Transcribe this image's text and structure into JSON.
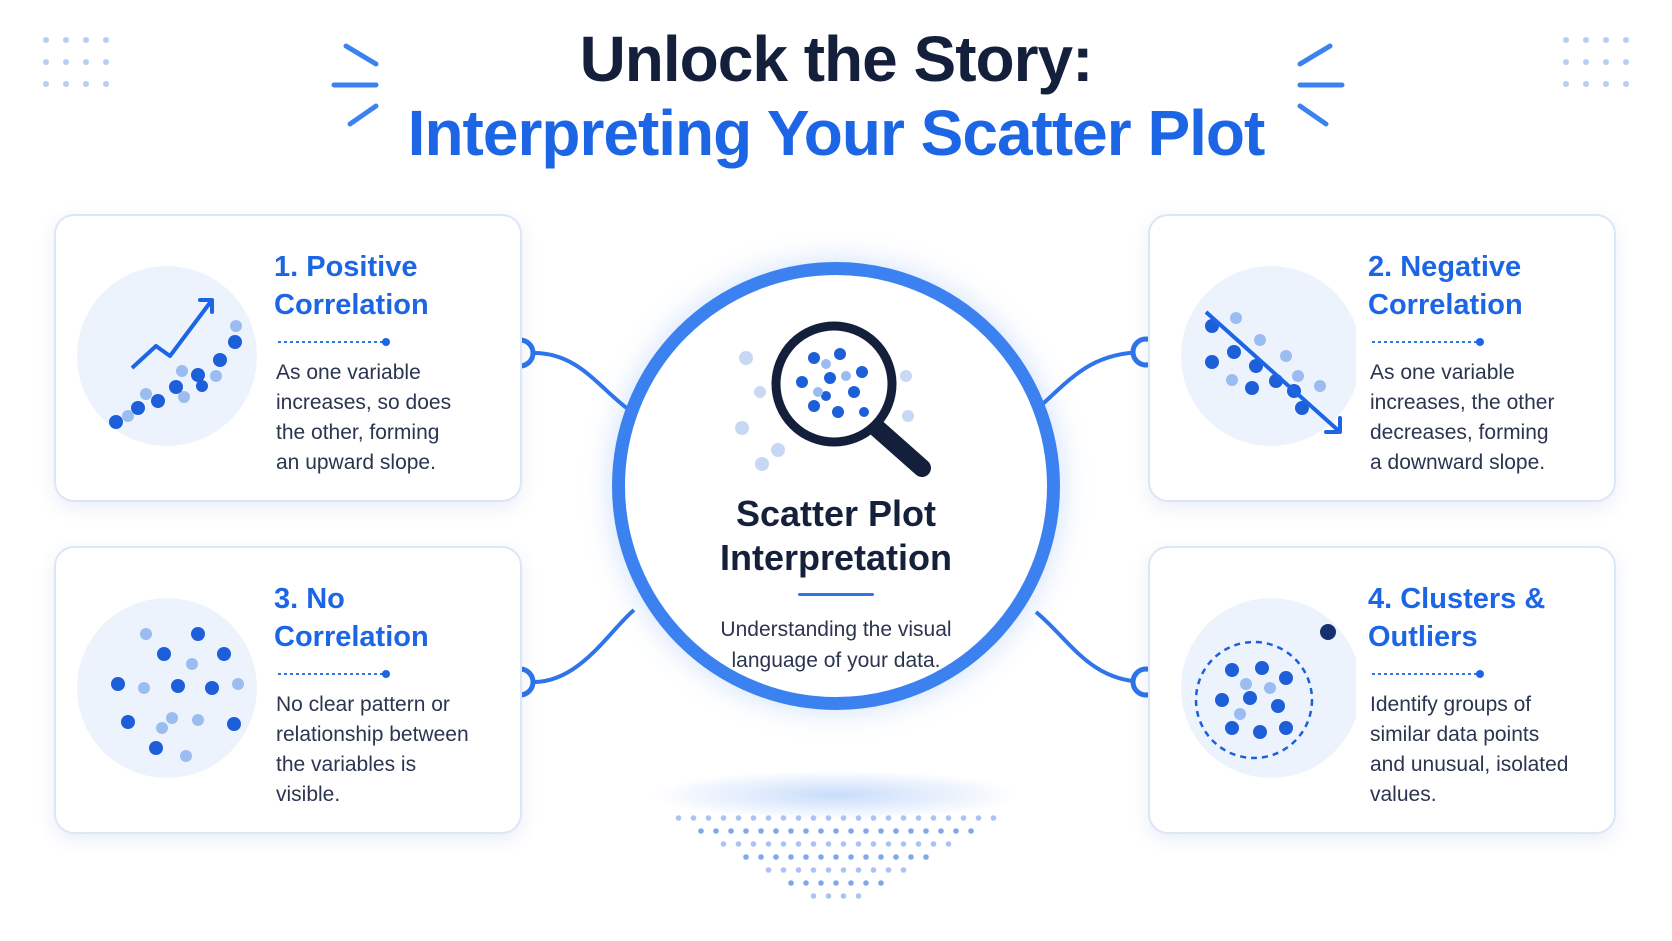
{
  "header": {
    "title_line1": "Unlock the Story:",
    "title_line2": "Interpreting Your Scatter Plot"
  },
  "hub": {
    "title_line1": "Scatter Plot",
    "title_line2": "Interpretation",
    "subtitle_line1": "Understanding the visual",
    "subtitle_line2": "language of your data.",
    "icon": "magnifying-glass-scatter-icon"
  },
  "cards": [
    {
      "id": "positive",
      "title_line1": "1. Positive",
      "title_line2": "Correlation",
      "description": [
        "As one variable",
        "increases, so does",
        "the other, forming",
        "an upward slope."
      ],
      "icon": "positive-correlation-icon"
    },
    {
      "id": "negative",
      "title_line1": "2. Negative",
      "title_line2": "Correlation",
      "description": [
        "As one variable",
        "increases, the other",
        "decreases, forming",
        "a downward slope."
      ],
      "icon": "negative-correlation-icon"
    },
    {
      "id": "none",
      "title_line1": "3. No",
      "title_line2": "Correlation",
      "description": [
        "No clear pattern or",
        "relationship between",
        "the variables is",
        "visible."
      ],
      "icon": "no-correlation-icon"
    },
    {
      "id": "clusters",
      "title_line1": "4. Clusters &",
      "title_line2": "Outliers",
      "description": [
        "Identify groups of",
        "similar data points",
        "and unusual, isolated",
        "values."
      ],
      "icon": "clusters-outliers-icon"
    }
  ],
  "colors": {
    "accent_blue": "#1c66e6",
    "navy": "#141f3b",
    "ring_blue": "#3b82f0",
    "card_border": "#dbe6f7",
    "illustration_bg": "#edf3fd"
  }
}
